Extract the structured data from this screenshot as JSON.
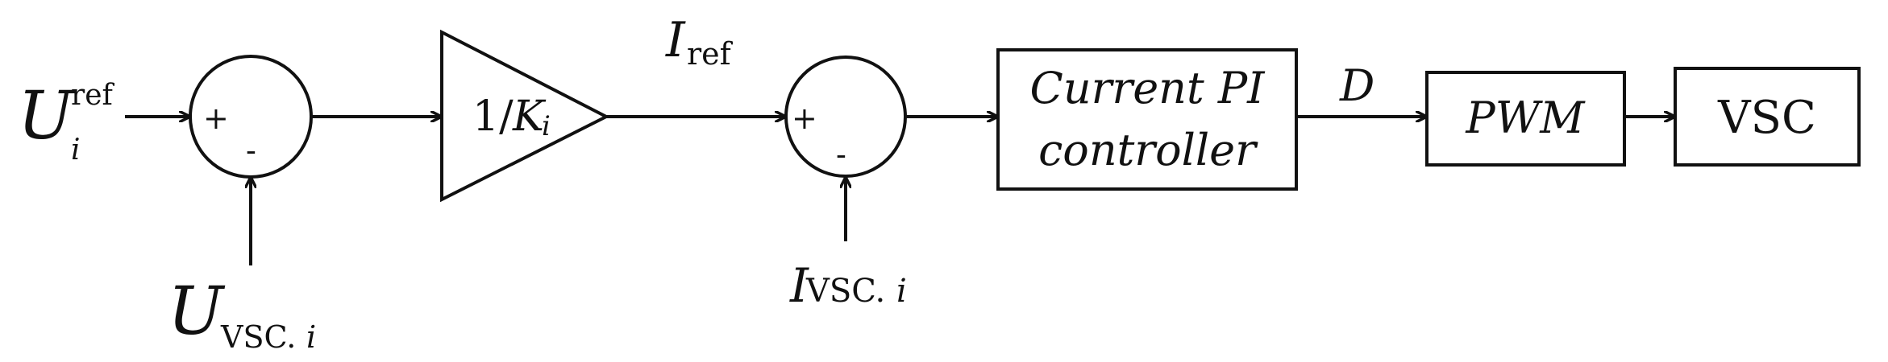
{
  "inputs": {
    "u_main": "U",
    "u_sub": "i",
    "u_sup": "ref",
    "u_vsc_main": "U",
    "u_vsc_sub1": "VSC.",
    "u_vsc_sub2": "i",
    "i_vsc_main": "I",
    "i_vsc_sub1": "VSC.",
    "i_vsc_sub2": "i"
  },
  "signals": {
    "iref_main": "I",
    "iref_sub": "ref",
    "d_label": "D"
  },
  "sum1": {
    "plus": "+",
    "minus": "-"
  },
  "sum2": {
    "plus": "+",
    "minus": "-"
  },
  "gain": {
    "text_main": "1/",
    "text_k": "K",
    "text_sub": "i"
  },
  "blocks": {
    "current_pi_line1": "Current PI",
    "current_pi_line2": "controller",
    "pwm": "PWM",
    "vsc": "VSC"
  }
}
